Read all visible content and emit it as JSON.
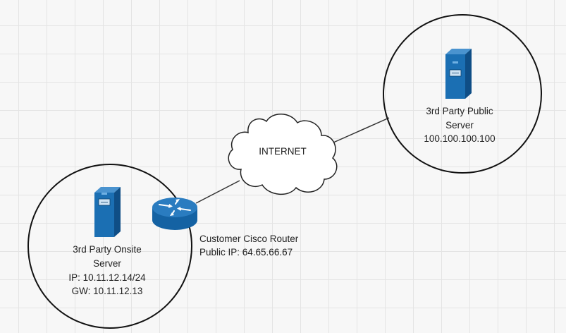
{
  "internet_label": "INTERNET",
  "public_server": {
    "name_line1": "3rd Party Public",
    "name_line2": "Server",
    "ip": "100.100.100.100"
  },
  "onsite_server": {
    "name_line1": "3rd Party Onsite",
    "name_line2": "Server",
    "ip": "IP: 10.11.12.14/24",
    "gw": "GW: 10.11.12.13"
  },
  "router": {
    "name": "Customer Cisco Router",
    "public_ip": "Public IP: 64.65.66.67"
  },
  "colors": {
    "server_front": "#1b6fb3",
    "server_side": "#0f4e86",
    "router_top": "#2a7cc0",
    "router_body": "#1462a3",
    "stroke": "#111111"
  }
}
